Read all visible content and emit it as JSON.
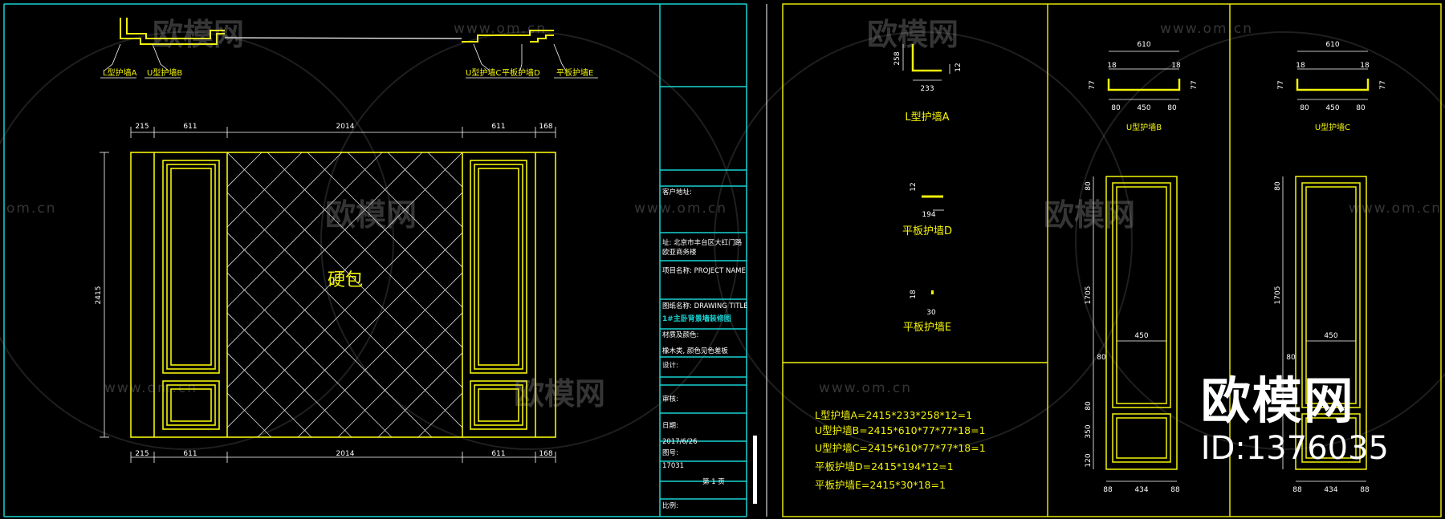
{
  "colors": {
    "background": "#000000",
    "line": "#f2f20a",
    "frame": "#19d2d2",
    "dim": "#ffffff",
    "watermark": "#bbbbbb"
  },
  "watermark": {
    "brand": "欧模网",
    "url": "www.om.cn",
    "url_short": "om.cn"
  },
  "left_sheet": {
    "profiles": [
      "L型护墙A",
      "U型护墙B",
      "U型护墙C",
      "平板护墙D",
      "平板护墙E"
    ],
    "top_dims": [
      "215",
      "611",
      "2014",
      "611",
      "168"
    ],
    "bottom_dims": [
      "215",
      "611",
      "2014",
      "611",
      "168"
    ],
    "height_dim": "2415",
    "center_label": "硬包"
  },
  "title_block": {
    "customer": "客户地址:",
    "address": "址: 北京市丰台区大红门路",
    "address2": "欧亚商务楼",
    "project": "项目名称: PROJECT NAME",
    "drawing": "图纸名称: DRAWING TITLE",
    "drawing_name": "1#主卧背景墙装修图",
    "material_label": "材质及颜色:",
    "material": "橡木类, 颜色见色差板",
    "designer": "设计:",
    "review": "审核:",
    "date_label": "日期:",
    "date": "2017/6/26",
    "number_label": "图号:",
    "number": "17031",
    "page": "第 1 页",
    "scale": "比例:"
  },
  "right_sheet": {
    "lA": {
      "label": "L型护墙A",
      "w": "233",
      "h": "258",
      "t": "12"
    },
    "pD": {
      "label": "平板护墙D",
      "w": "194",
      "t": "12"
    },
    "pE": {
      "label": "平板护墙E",
      "w": "30",
      "t": "18"
    },
    "schedule": [
      "L型护墙A=2415*233*258*12=1",
      "U型护墙B=2415*610*77*77*18=1",
      "U型护墙C=2415*610*77*77*18=1",
      "平板护墙D=2415*194*12=1",
      "平板护墙E=2415*30*18=1"
    ],
    "uB": {
      "label": "U型护墙B",
      "w": "610",
      "a": "18",
      "b": "18",
      "h1": "77",
      "h2": "77",
      "s1": "80",
      "s2": "450",
      "s3": "80"
    },
    "uC": {
      "label": "U型护墙C",
      "w": "610",
      "a": "18",
      "b": "18",
      "h1": "77",
      "h2": "77",
      "s1": "80",
      "s2": "450",
      "s3": "80"
    },
    "elev": {
      "top": "80",
      "mid": "1705",
      "inner": "450",
      "side": "80",
      "v1": "80",
      "v2": "350",
      "v3": "120",
      "b1": "88",
      "b2": "434",
      "b3": "88"
    }
  },
  "brand_badge": {
    "name": "欧模网",
    "id": "ID:1376035"
  }
}
